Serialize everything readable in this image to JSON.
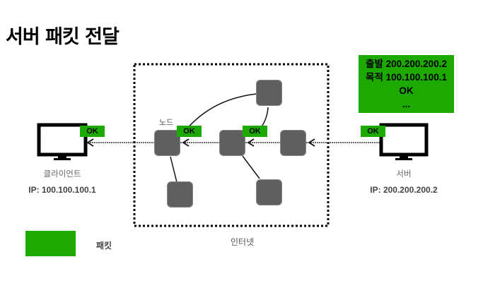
{
  "title": "서버 패킷 전달",
  "client": {
    "label": "클라이언트",
    "ip": "IP: 100.100.100.1",
    "status": "OK"
  },
  "server": {
    "label": "서버",
    "ip": "IP: 200.200.200.2",
    "status": "OK"
  },
  "packet_detail": {
    "line1": "출발 200.200.200.2",
    "line2": "목적 100.100.100.1",
    "line3": "OK",
    "line4": "..."
  },
  "network": {
    "label": "인터넷",
    "node_label": "노드",
    "hop_badges": [
      "OK",
      "OK"
    ]
  },
  "legend": {
    "label": "패킷",
    "color": "#1caa00"
  }
}
